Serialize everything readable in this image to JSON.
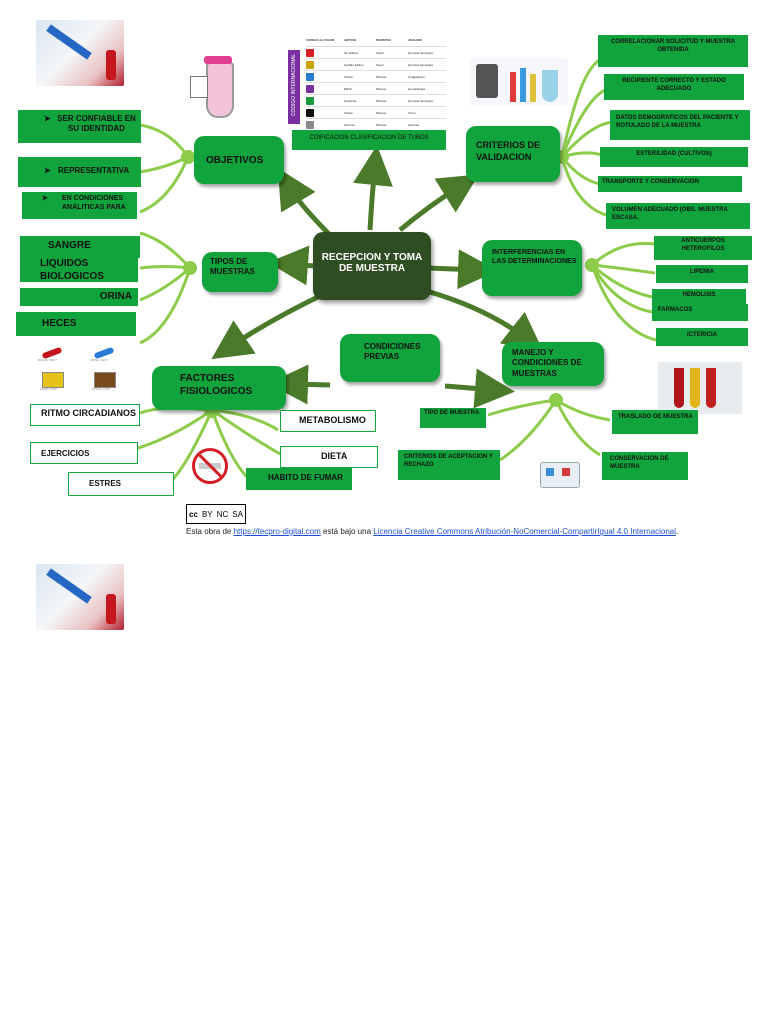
{
  "center": {
    "label": "RECEPCION Y TOMA DE MUESTRA"
  },
  "objetivos": {
    "label": "OBJETIVOS",
    "items": [
      "SER CONFIABLE EN SU IDENTIDAD",
      "REPRESENTATIVA",
      "EN CONDICIONES ANALITICAS PARA"
    ]
  },
  "tipos": {
    "label": "TIPOS DE MUESTRAS",
    "items": [
      "SANGRE",
      "LIQUIDOS BIOLOGICOS",
      "ORINA",
      "HECES"
    ]
  },
  "factores": {
    "label": "FACTORES FISIOLOGICOS",
    "items": [
      "RITMO CIRCADIANOS",
      "EJERCICIOS",
      "ESTRES",
      "METABOLISMO",
      "DIETA",
      "HABITO DE FUMAR"
    ]
  },
  "condiciones": {
    "label": "CONDICIONES PREVIAS"
  },
  "manejo": {
    "label": "MANEJO Y CONDICIONES DE MUESTRAS",
    "items": [
      "TIPO DE MUESTRA",
      "CRITERIOS DE ACEPTACION Y RECHAZO",
      "TRASLADO DE MUESTRA",
      "CONSERVACION DE MUESTRA"
    ]
  },
  "interferencias": {
    "label": "INTERFERENCIAS EN LAS DETERMINACIONES",
    "items": [
      "ANTICUERPOS HETEROFILOS",
      "LIPEMIA",
      "HEMOLISIS",
      "FARMACOS",
      "ICTERICIA"
    ]
  },
  "criterios": {
    "label": "CRITERIOS DE VALIDACION",
    "items": [
      "CORRELACIONAR SOLICITUD Y MUESTRA OBTENIDA",
      "RECIPIENTE CORRECTO Y ESTADO ADECUADO",
      "DATOS DEMOGRAFICOS DEL PACIENTE Y ROTULADO DE LA MUESTRA",
      "ESTERILIDAD (CULTIVOS)",
      "TRANSPORTE Y CONSERVACION",
      "VOLUMEN ADECUADO (OBS. MUESTRA ESCASA."
    ]
  },
  "codificacion": {
    "label": "COIFICACION CLASIFICACION DE TUBOS",
    "side_label": "CODIGO INTERNACIONAL",
    "table_headers": [
      "CODIGO de COLOR",
      "ADITIVO",
      "MUESTRA",
      "ANALISIS"
    ],
    "table_rows": [
      [
        "Sin Aditivo",
        "Suero",
        "Química Serología"
      ],
      [
        "Gel/Sin Aditivo",
        "Suero",
        "Química Serología"
      ],
      [
        "Citrato",
        "Plasma",
        "Coagulación"
      ],
      [
        "EDTA",
        "Plasma",
        "Hematología"
      ],
      [
        "Heparina",
        "Plasma",
        "Química Serología"
      ],
      [
        "Citrato",
        "Plasma",
        "V.S.G."
      ],
      [
        "Fluoruro",
        "Plasma",
        "Glucosa"
      ]
    ],
    "tube_colors": [
      "#d81f26",
      "#c8a400",
      "#2a7bd6",
      "#7b2fa0",
      "#1a9a3a",
      "#111111",
      "#8a8a8a"
    ]
  },
  "license": {
    "prefix": "Esta obra de ",
    "link1": "https://tecpro-digital.com",
    "middle": " está bajo una ",
    "link2": "Licencia Creative Commons Atribución-NoComercial-CompartirIgual 4.0 Internacional",
    "suffix": ".",
    "badge": [
      "cc",
      "BY",
      "NC",
      "SA"
    ]
  },
  "icons": {
    "sample_labels": [
      "BLOOD TEST",
      "URINE TEST",
      "GRAIN TEST",
      "STOOL TEST"
    ]
  },
  "colors": {
    "node_green": "#11a33c",
    "center_dark": "#2f4d23",
    "branch_light": "#8ccc4a",
    "arrow_dark": "#4a7a2a"
  }
}
